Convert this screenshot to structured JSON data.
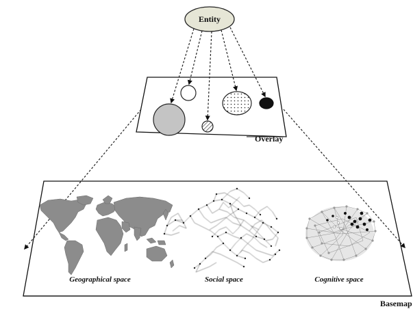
{
  "entity": {
    "label": "Entity"
  },
  "overlay": {
    "label": "Overlay"
  },
  "basemap": {
    "label": "Basemap",
    "spaces": [
      {
        "label": "Geographical space"
      },
      {
        "label": "Social space"
      },
      {
        "label": "Cognitive space"
      }
    ]
  }
}
